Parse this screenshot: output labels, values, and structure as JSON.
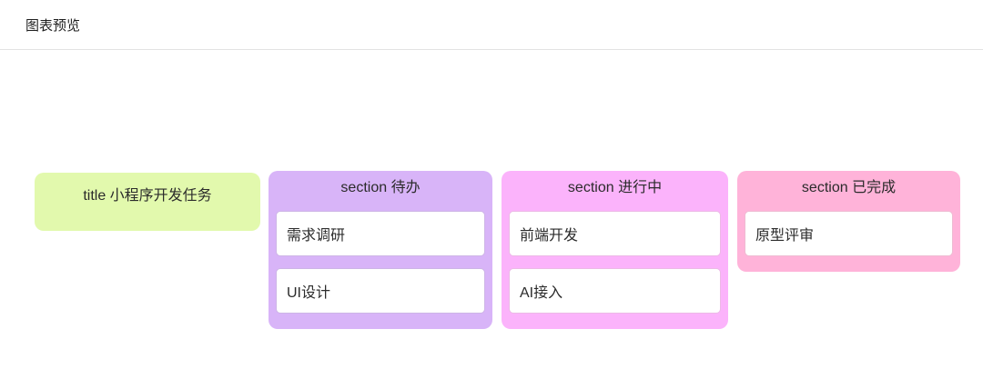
{
  "header": {
    "title": "图表预览"
  },
  "kanban": {
    "title": "title 小程序开发任务",
    "title_bg_color": "#e2f9ad",
    "sections": [
      {
        "label": "section 待办",
        "color": "#d8b4f8",
        "items": [
          "需求调研",
          "UI设计"
        ]
      },
      {
        "label": "section 进行中",
        "color": "#fbb3fb",
        "items": [
          "前端开发",
          "AI接入"
        ]
      },
      {
        "label": "section 已完成",
        "color": "#ffb3d9",
        "items": [
          "原型评审"
        ]
      }
    ]
  }
}
